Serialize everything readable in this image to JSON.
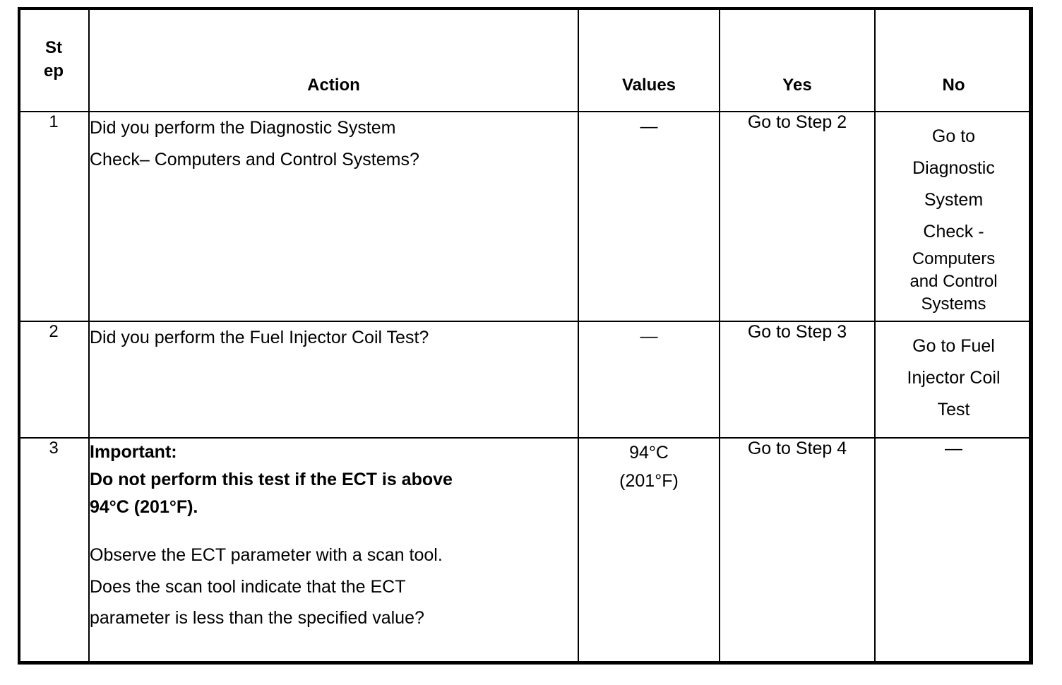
{
  "table": {
    "headers": {
      "step_line1": "St",
      "step_line2": "ep",
      "action": "Action",
      "values": "Values",
      "yes": "Yes",
      "no": "No"
    },
    "rows": [
      {
        "step": "1",
        "action_lines": [
          "Did you perform the Diagnostic System",
          "Check– Computers and Control Systems?"
        ],
        "values": "—",
        "yes": "Go to Step 2",
        "no_lines_wide": [
          "Go to",
          "Diagnostic",
          "System",
          "Check -"
        ],
        "no_lines_tight": [
          "Computers",
          "and Control",
          "Systems"
        ]
      },
      {
        "step": "2",
        "action_lines": [
          "Did you perform the Fuel Injector Coil Test?"
        ],
        "values": "—",
        "yes": "Go to Step 3",
        "no_lines_wide": [
          "Go to Fuel",
          "Injector Coil",
          "Test"
        ],
        "no_lines_tight": []
      },
      {
        "step": "3",
        "action_bold_lines": [
          "Important:",
          "Do not perform this test if the ECT is above",
          "94°C (201°F)."
        ],
        "action_lines": [
          " Observe the ECT parameter with a scan tool.",
          "Does the scan tool indicate that the ECT",
          "parameter is less than the specified value?"
        ],
        "values_lines": [
          "94°C",
          "(201°F)"
        ],
        "yes": "Go to Step 4",
        "no": "—"
      }
    ]
  },
  "colors": {
    "border": "#000000",
    "text": "#000000",
    "background": "#ffffff"
  }
}
